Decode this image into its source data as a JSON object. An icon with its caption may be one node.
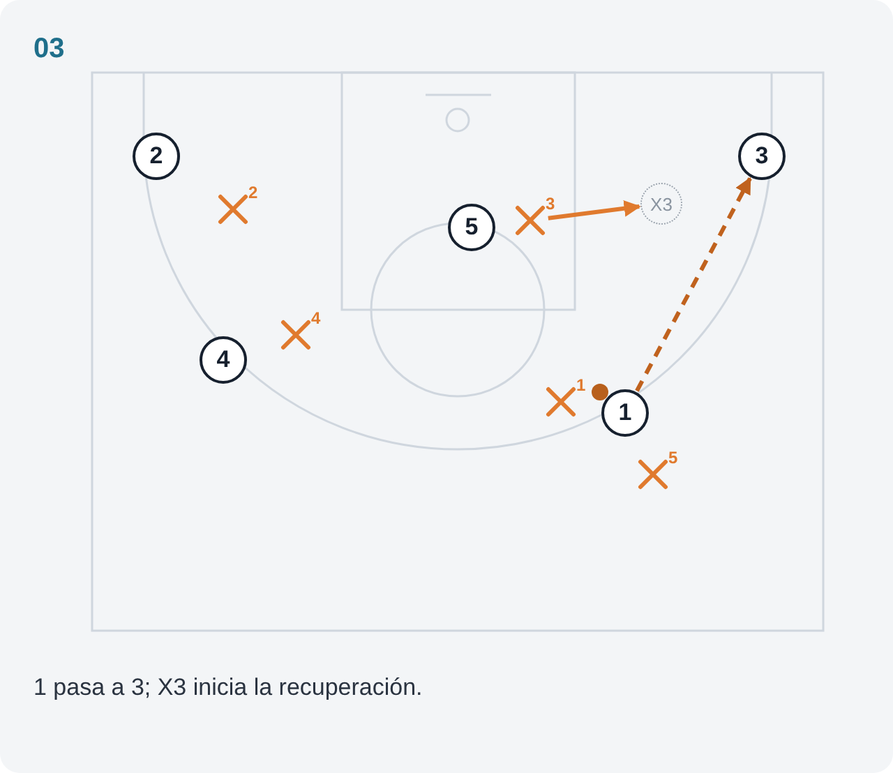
{
  "diagram": {
    "title": "03",
    "caption": "1 pasa a 3; X3 inicia la recuperación.",
    "nodes": [
      {
        "text": [
          "2"
        ]
      },
      {
        "text": [
          "3"
        ]
      },
      {
        "text": [],
        "shape": "cross",
        "beside": [
          "2"
        ]
      },
      {
        "text": [
          "5"
        ]
      },
      {
        "text": [],
        "shape": "cross",
        "beside": [
          "3"
        ]
      },
      {
        "text": [
          "X3"
        ]
      },
      {
        "text": [],
        "shape": "cross",
        "beside": [
          "4"
        ]
      },
      {
        "text": [
          "4"
        ]
      },
      {
        "text": [],
        "shape": "cross",
        "beside": [
          "1"
        ]
      },
      {
        "text": [
          "1"
        ]
      },
      {
        "text": [],
        "shape": "cross",
        "beside": [
          "5"
        ]
      }
    ],
    "edges": [
      {
        "from": 4,
        "to": 5,
        "arrow": "to"
      },
      {
        "from": 9,
        "to": 1,
        "arrow": "to",
        "style": "dashed",
        "color": "#c0621e"
      }
    ]
  }
}
